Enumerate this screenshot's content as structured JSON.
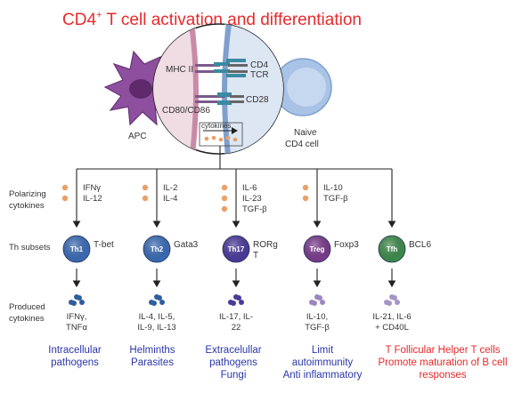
{
  "title": {
    "text": "CD4",
    "sup": "+",
    "rest": " T cell activation and differentiation",
    "color": "#e8292b"
  },
  "cell_labels": {
    "apc": "APC",
    "naive_line1": "Naive",
    "naive_line2": "CD4 cell",
    "mhc": "MHC II",
    "cd4": "CD4",
    "tcr": "TCR",
    "cd80": "CD80/CD86",
    "cd28": "CD28",
    "cytokines": "cytokines"
  },
  "row_labels": {
    "polarizing_1": "Polarizing",
    "polarizing_2": "cytokines",
    "subsets": "Th subsets",
    "produced_1": "Produced",
    "produced_2": "cytokines"
  },
  "subsets": [
    {
      "name": "Th1",
      "tf": "T-bet",
      "color": "#3a6bb5",
      "polarizing": [
        "IFNγ",
        "IL-12"
      ],
      "produced": [
        "IFNγ,",
        "TNFα"
      ],
      "outcome": [
        "Intracellular",
        "pathogens"
      ],
      "outcome_color": "#2a36a8"
    },
    {
      "name": "Th2",
      "tf": "Gata3",
      "color": "#3a6bb5",
      "polarizing": [
        "IL-2",
        "IL-4"
      ],
      "produced": [
        "IL-4, IL-5,",
        "IL-9, IL-13"
      ],
      "outcome": [
        "Helminths",
        "Parasites"
      ],
      "outcome_color": "#2a36a8"
    },
    {
      "name": "Th17",
      "tf": "RORg",
      "tf2": "T",
      "color": "#4a3a9a",
      "polarizing": [
        "IL-6",
        "IL-23",
        "TGF-β"
      ],
      "produced": [
        "IL-17, IL-",
        "22"
      ],
      "outcome": [
        "Extracelullar",
        "pathogens",
        "Fungi"
      ],
      "outcome_color": "#2a36a8"
    },
    {
      "name": "Treg",
      "tf": "Foxp3",
      "color": "#7a3a8c",
      "polarizing": [
        "IL-10",
        "TGF-β"
      ],
      "produced": [
        "IL-10,",
        "TGF-β"
      ],
      "outcome": [
        "Limit",
        "autoimmunity",
        "Anti inflammatory"
      ],
      "outcome_color": "#2a36a8"
    },
    {
      "name": "Tfh",
      "tf": "BCL6",
      "color": "#3d8a4a",
      "polarizing": [],
      "produced": [
        "IL-21, IL-6",
        "+ CD40L"
      ],
      "outcome": [
        "T Follicular Helper T cells",
        "Promote maturation of B cell",
        "responses"
      ],
      "outcome_color": "#e8292b"
    }
  ],
  "colors": {
    "apc": "#8e4f9e",
    "membrane_left": "#c98aa8",
    "membrane_right": "#7fa0cc",
    "naive_cell": "#a9c3e6",
    "polar_dot": "#e9a06a",
    "produced_dot_th1": "#2f5e9e",
    "produced_dot_th17": "#4a3a9a",
    "produced_dot_treg": "#9c86c0",
    "produced_dot_tfh": "#a596c9"
  }
}
